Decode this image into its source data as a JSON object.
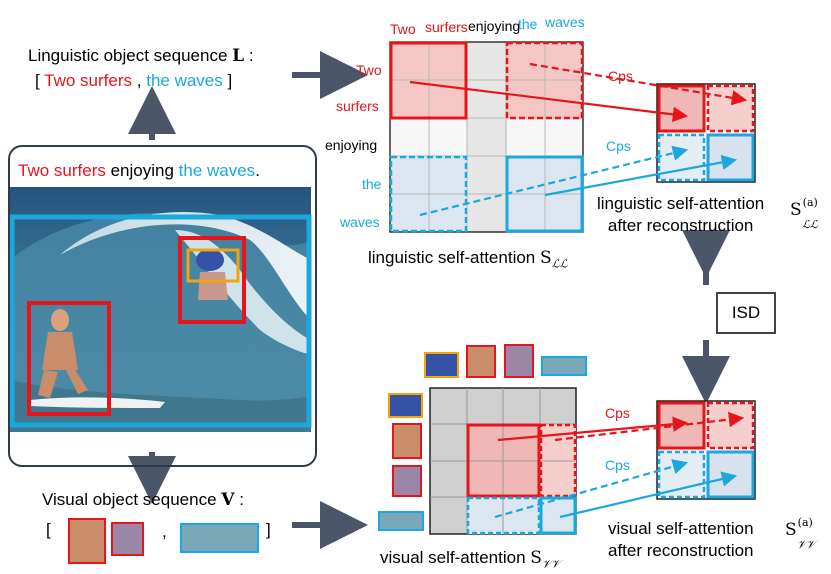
{
  "ling_seq": {
    "title": "Linguistic object sequence",
    "symbol": "L",
    "colon": ":",
    "open": "[",
    "item1": "Two surfers",
    "sep": ",",
    "item2": "the waves",
    "close": "]"
  },
  "caption": {
    "part1": "Two surfers",
    "part2": " enjoying ",
    "part3": "the waves",
    "part4": "."
  },
  "vis_seq": {
    "title": "Visual object sequence",
    "symbol": "V",
    "colon": ":",
    "open": "[",
    "sep": ",",
    "close": "]"
  },
  "ling_matrix": {
    "col_labels": [
      "Two",
      "surfers",
      "enjoying",
      "the",
      "waves"
    ],
    "row_labels": [
      "Two",
      "surfers",
      "enjoying",
      "the",
      "waves"
    ],
    "caption": "linguistic self-attention",
    "symbol": "S",
    "sub": "ℒℒ"
  },
  "vis_matrix": {
    "caption": "visual self-attention",
    "symbol": "S",
    "sub": "𝒱𝒱"
  },
  "ling_recon": {
    "line1": "linguistic self-attention",
    "line2": "after reconstruction",
    "symbol": "S",
    "sup": "(a)",
    "sub": "ℒℒ"
  },
  "vis_recon": {
    "line1": "visual self-attention",
    "line2": "after reconstruction",
    "symbol": "S",
    "sup": "(a)",
    "sub": "𝒱𝒱"
  },
  "cps": [
    "Cps",
    "Cps",
    "Cps",
    "Cps"
  ],
  "isd": "ISD",
  "colors": {
    "red": "#e8141b",
    "cyan": "#1aa8df",
    "orange": "#f4a30b",
    "arrow": "#4a5568"
  }
}
